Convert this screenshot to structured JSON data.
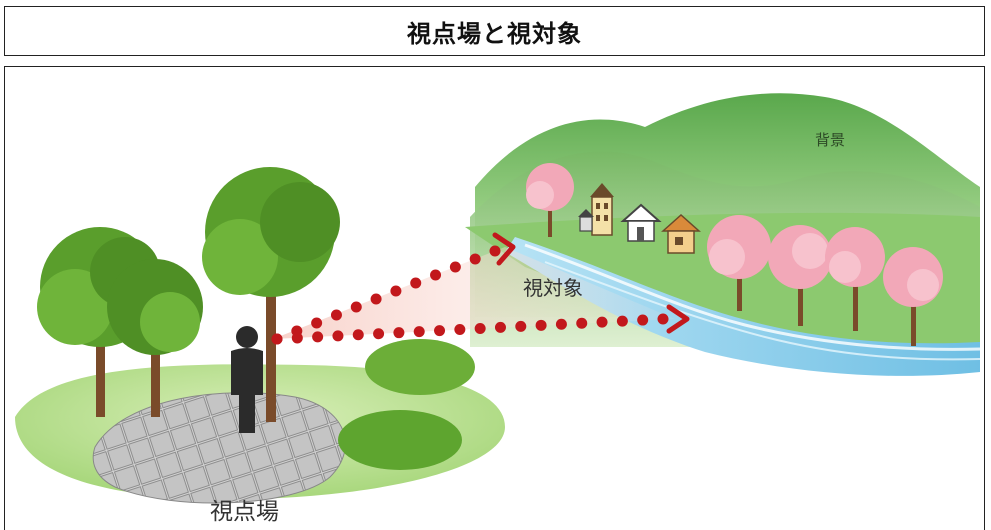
{
  "title": "視点場と視対象",
  "labels": {
    "background": "背景",
    "viewing_target": "視対象",
    "viewpoint_field": "視点場"
  },
  "colors": {
    "sight_dots": "#c2181c",
    "person": "#2b2b2b",
    "river": "#8fd0ec",
    "mountain": "#7fc36c",
    "cherry_blossom": "#f2a8b8",
    "tree": "#5a9e2c"
  }
}
